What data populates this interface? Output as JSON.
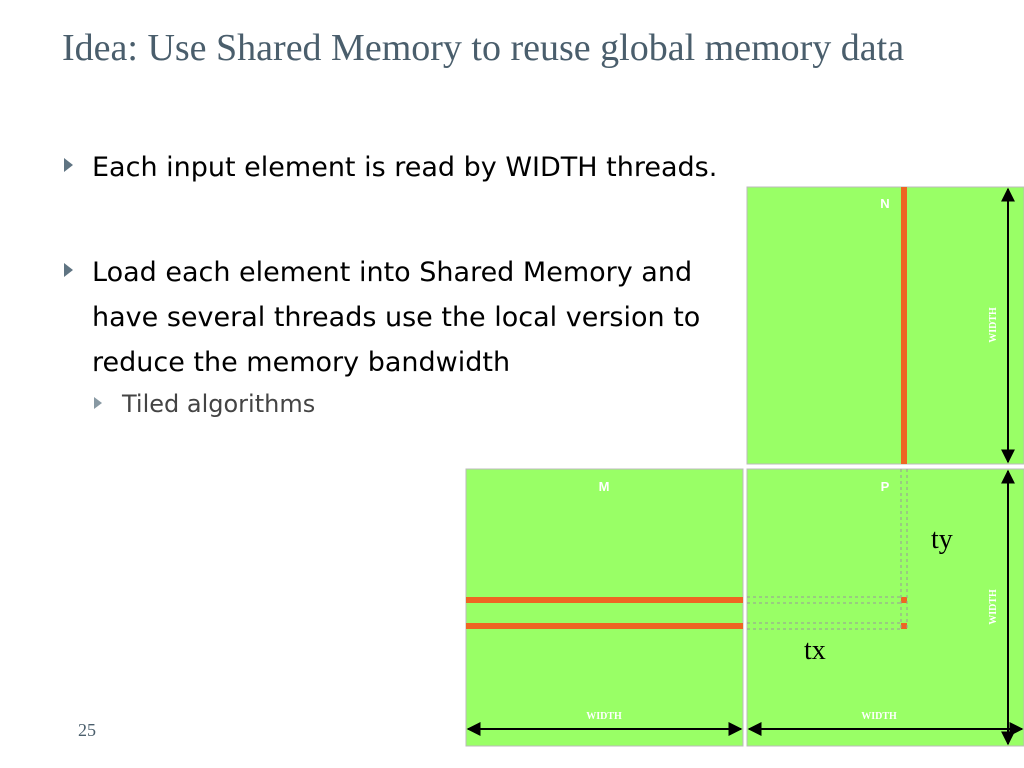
{
  "slide": {
    "title": "Idea: Use Shared Memory to reuse global memory data",
    "page_number": "25"
  },
  "bullets": [
    {
      "text": "Each input element is read by WIDTH threads."
    },
    {
      "text": "Load each element into Shared Memory and have several threads use the local version to reduce the memory bandwidth",
      "sub_items": [
        {
          "text": "Tiled algorithms"
        }
      ]
    }
  ],
  "diagram": {
    "matrix_n_label": "N",
    "matrix_m_label": "M",
    "matrix_p_label": "P",
    "n_width_label": "WIDTH",
    "p_width_label": "WIDTH",
    "m_bottom_width_label": "WIDTH",
    "p_bottom_width_label": "WIDTH",
    "ty_label": "ty",
    "tx_label": "tx",
    "matrix_fill_color": "#99ff66",
    "highlight_color": "#ee6622"
  }
}
